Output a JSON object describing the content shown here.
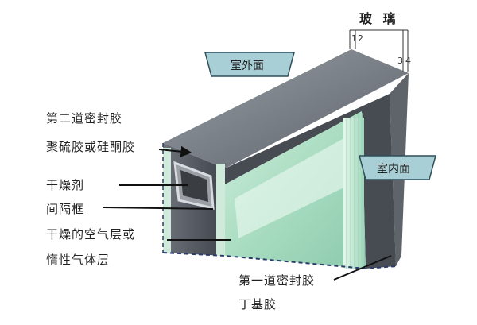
{
  "title": "玻 璃",
  "layer_numbers": {
    "n1": "1",
    "n2": "2",
    "n3": "3",
    "n4": "4"
  },
  "tags": {
    "outdoor": "室外面",
    "indoor": "室内面"
  },
  "labels": {
    "secondary_seal_line1": "第二道密封胶",
    "secondary_seal_line2": "聚硫胶或硅酮胶",
    "desiccant": "干燥剂",
    "spacer_frame": "间隔框",
    "air_layer_line1": "干燥的空气层或",
    "air_layer_line2": "惰性气体层",
    "primary_seal_line1": "第一道密封胶",
    "primary_seal_line2": "丁基胶"
  },
  "colors": {
    "sealant_dark": "#4a4e55",
    "sealant_light": "#8a8f97",
    "glass_green": "#b9e2cc",
    "glass_light": "#dff2e6",
    "tag_fill": "#a9cfd6"
  }
}
